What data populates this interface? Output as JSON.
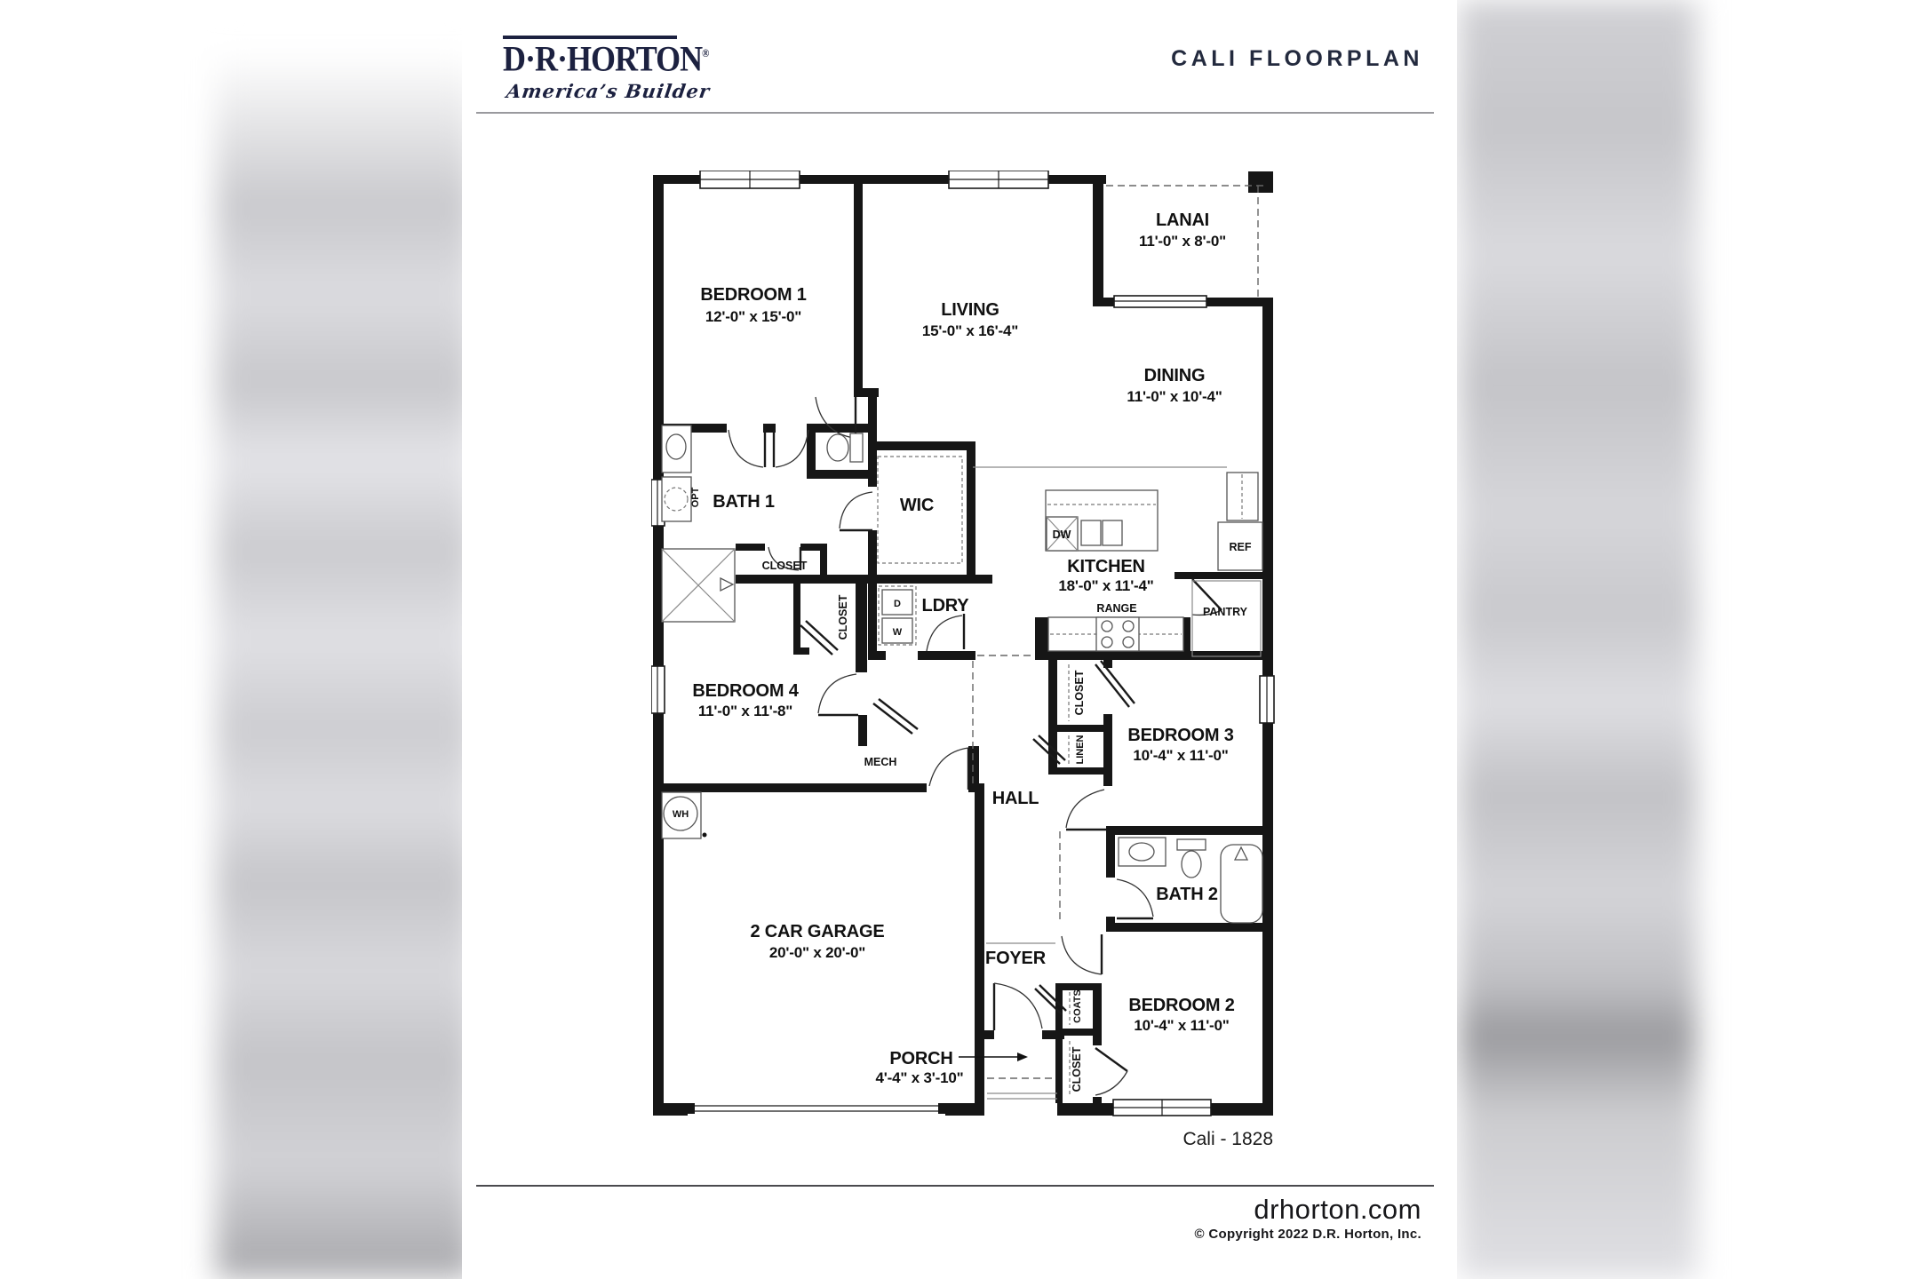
{
  "header": {
    "brand": "D·R·HORTON",
    "reg": "®",
    "tagline": "America’s Builder",
    "title": "CALI FLOORPLAN"
  },
  "footer": {
    "site": "drhorton.com",
    "copyright": "© Copyright 2022 D.R. Horton, Inc."
  },
  "plan": {
    "model": "Cali - 1828",
    "rooms": {
      "bedroom1": {
        "name": "BEDROOM 1",
        "dims": "12'-0\" x 15'-0\""
      },
      "living": {
        "name": "LIVING",
        "dims": "15'-0\" x 16'-4\""
      },
      "lanai": {
        "name": "LANAI",
        "dims": "11'-0\" x 8'-0\""
      },
      "dining": {
        "name": "DINING",
        "dims": "11'-0\" x 10'-4\""
      },
      "kitchen": {
        "name": "KITCHEN",
        "dims": "18'-0\" x 11'-4\""
      },
      "bedroom4": {
        "name": "BEDROOM 4",
        "dims": "11'-0\" x 11'-8\""
      },
      "bedroom3": {
        "name": "BEDROOM 3",
        "dims": "10'-4\" x 11'-0\""
      },
      "bedroom2": {
        "name": "BEDROOM 2",
        "dims": "10'-4\" x 11'-0\""
      },
      "garage": {
        "name": "2 CAR GARAGE",
        "dims": "20'-0\" x 20'-0\""
      },
      "porch": {
        "name": "PORCH",
        "dims": "4'-4\" x 3'-10\""
      },
      "bath1": {
        "name": "BATH 1"
      },
      "bath2": {
        "name": "BATH 2"
      },
      "wic": {
        "name": "WIC"
      },
      "ldry": {
        "name": "LDRY"
      },
      "hall": {
        "name": "HALL"
      },
      "foyer": {
        "name": "FOYER"
      },
      "mech": {
        "name": "MECH"
      }
    },
    "labels": {
      "closet": "CLOSET",
      "linen": "LINEN",
      "coats": "COATS",
      "pantry": "PANTRY",
      "range": "RANGE",
      "ref": "REF",
      "dw": "DW",
      "dryer": "D",
      "washer": "W",
      "wh": "WH",
      "opt": "OPT"
    }
  }
}
